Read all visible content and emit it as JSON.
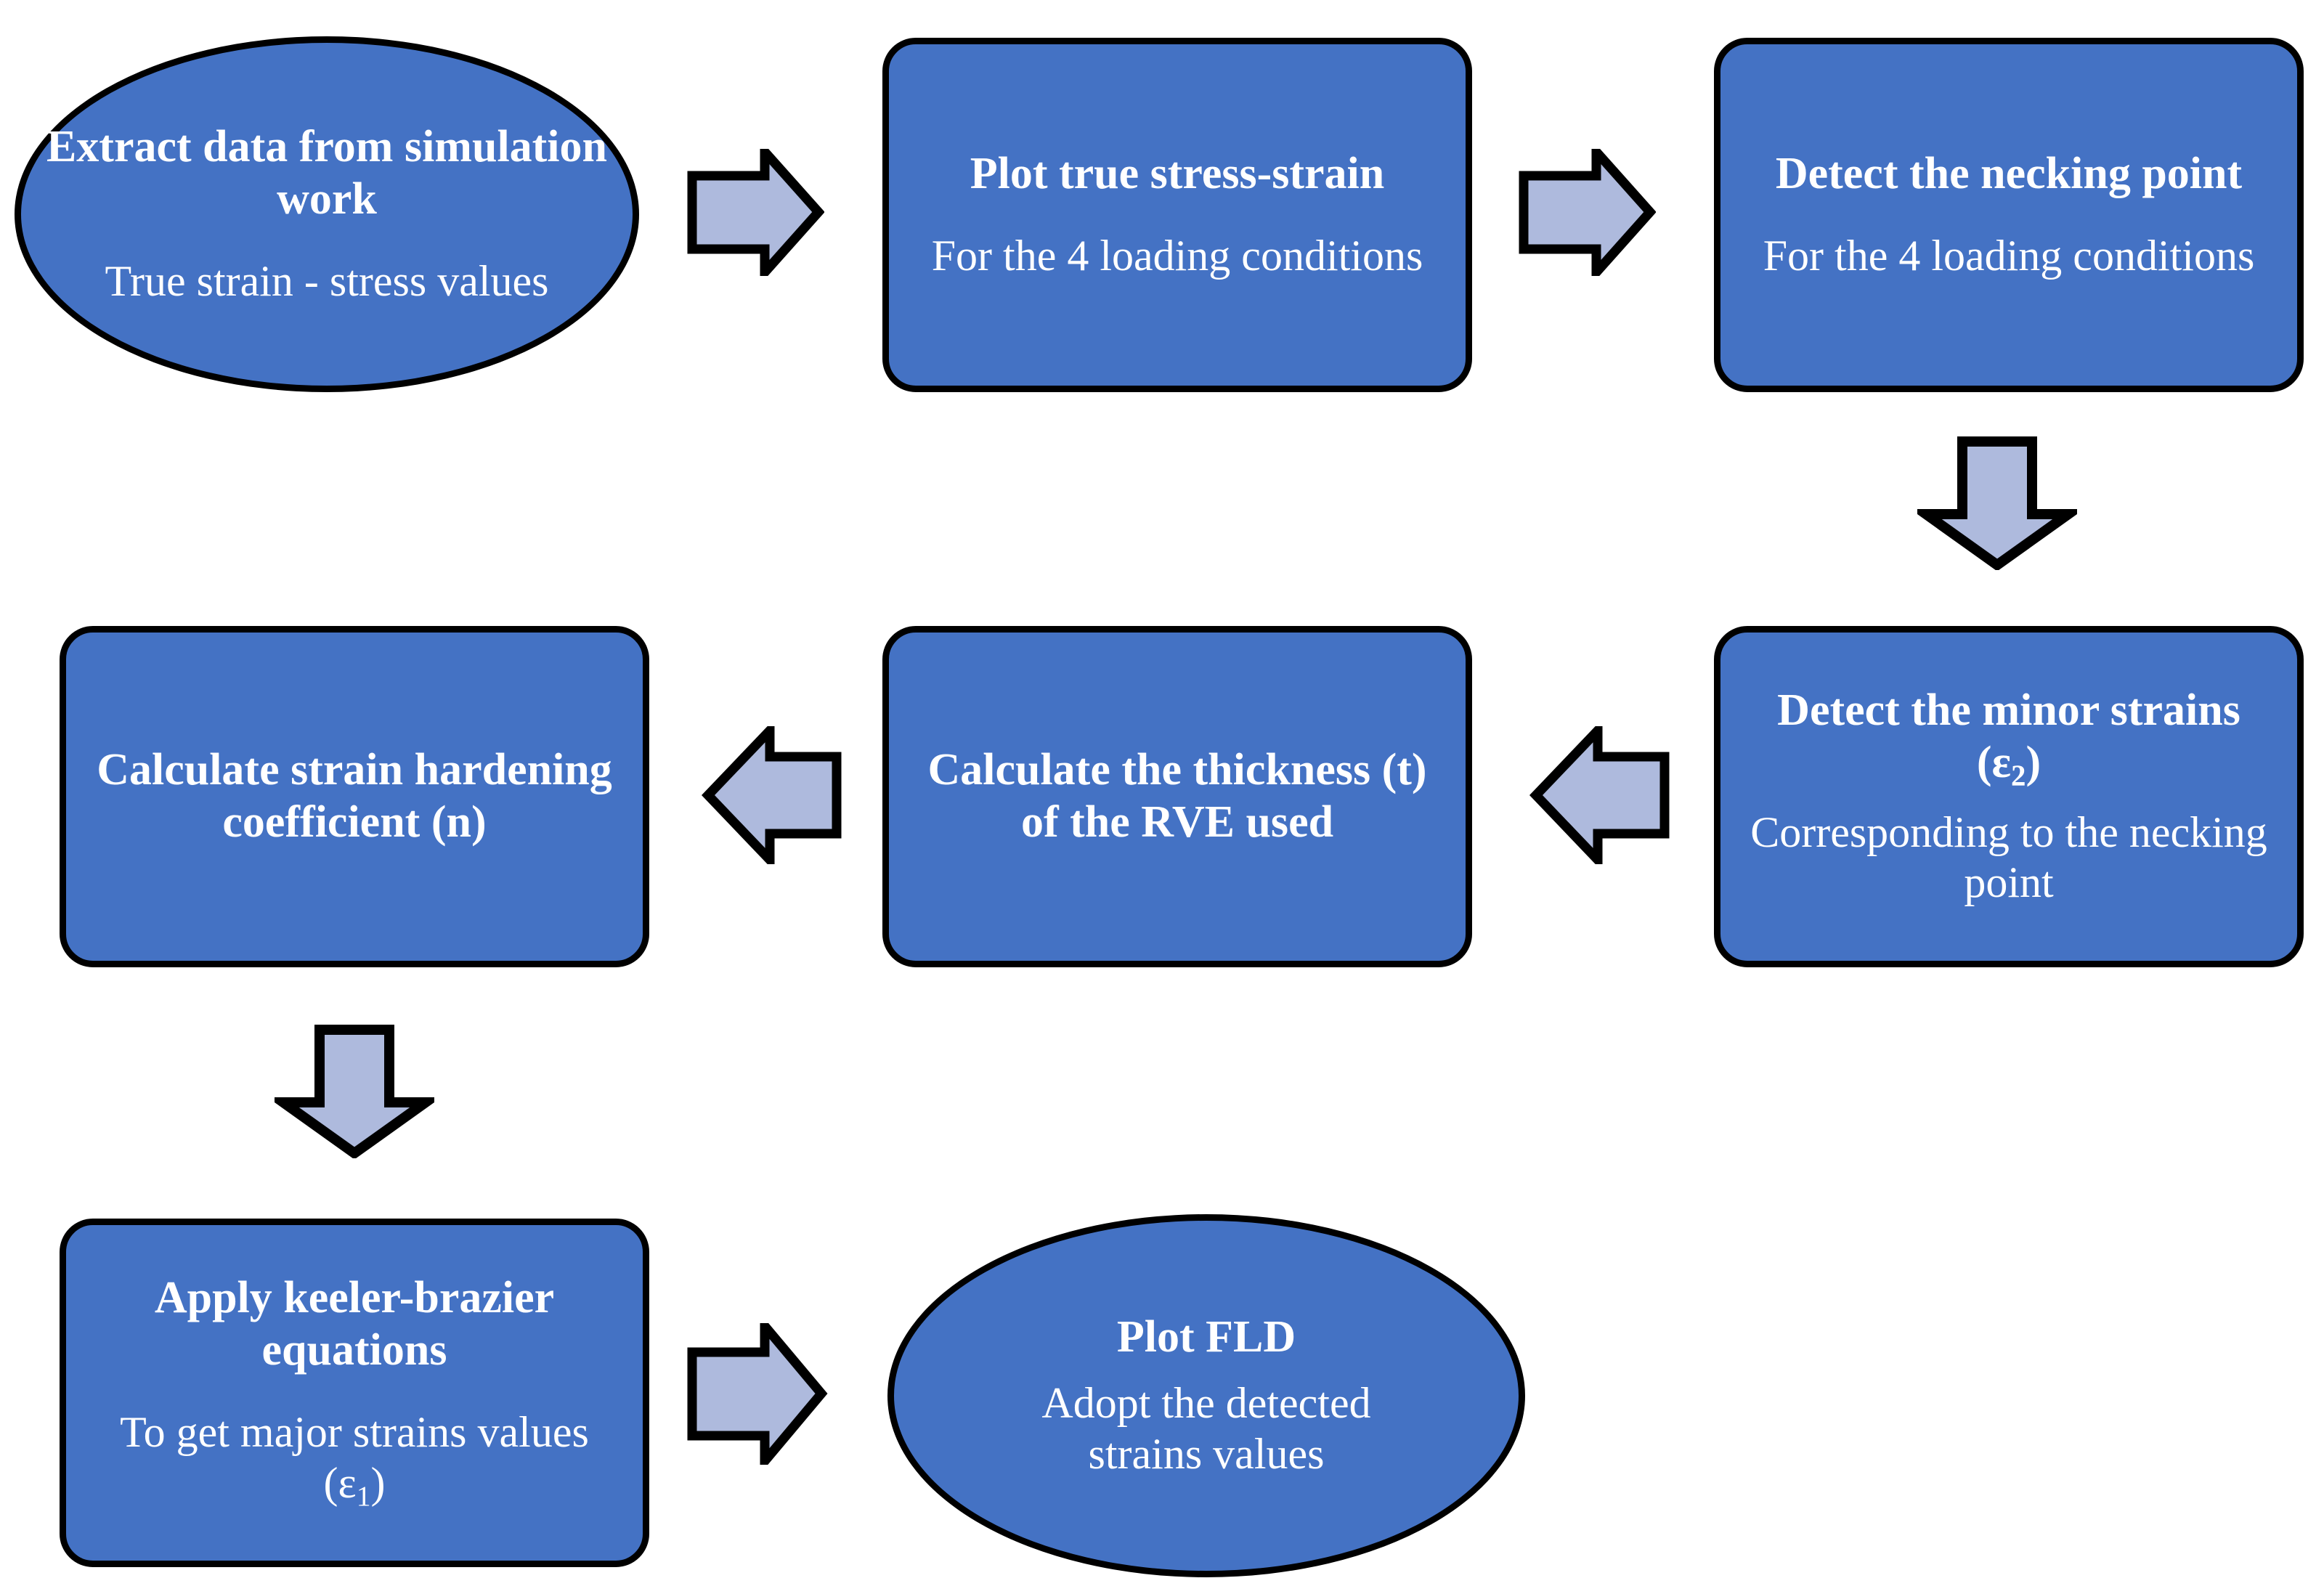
{
  "diagram": {
    "title": "FLD determination workflow flowchart",
    "colors": {
      "node_fill": "#4472C4",
      "node_border": "#000000",
      "node_text": "#FFFFFF",
      "arrow_fill": "#AEBADD",
      "arrow_border": "#000000",
      "background": "#FFFFFF"
    },
    "nodes": [
      {
        "id": "extract-data",
        "shape": "ellipse",
        "head": "Extract data from simulation work",
        "sub": "True strain - stress values"
      },
      {
        "id": "plot-true-stress-strain",
        "shape": "rounded-rectangle",
        "head": "Plot true stress-strain",
        "sub": "For the 4 loading conditions"
      },
      {
        "id": "detect-necking-point",
        "shape": "rounded-rectangle",
        "head": "Detect the necking point",
        "sub": "For the 4 loading conditions"
      },
      {
        "id": "detect-minor-strains",
        "shape": "rounded-rectangle",
        "head_pre": "Detect the minor strains (ε",
        "head_sub": "2",
        "head_post": ")",
        "head_plain": "Detect the minor strains (ε2)",
        "sub": "Corresponding to the necking point"
      },
      {
        "id": "calculate-thickness",
        "shape": "rounded-rectangle",
        "head": "Calculate the thickness (t) of the RVE used",
        "sub": ""
      },
      {
        "id": "calculate-strain-hardening",
        "shape": "rounded-rectangle",
        "head": "Calculate strain hardening coefficient (n)",
        "sub": ""
      },
      {
        "id": "apply-keeler-brazier",
        "shape": "rounded-rectangle",
        "head": "Apply keeler-brazier equations",
        "sub_pre": "To get major strains values (ε",
        "sub_sub": "1",
        "sub_post": ")",
        "sub_plain": "To get major strains values (ε1)"
      },
      {
        "id": "plot-fld",
        "shape": "ellipse",
        "head": "Plot FLD",
        "sub": "Adopt the detected strains values"
      }
    ],
    "connectors": [
      {
        "id": "arrow-extract-to-plot",
        "direction": "right"
      },
      {
        "id": "arrow-plot-to-necking",
        "direction": "right"
      },
      {
        "id": "arrow-necking-to-minor",
        "direction": "down"
      },
      {
        "id": "arrow-minor-to-thickness",
        "direction": "left"
      },
      {
        "id": "arrow-thickness-to-hardening",
        "direction": "left"
      },
      {
        "id": "arrow-hardening-to-keeler",
        "direction": "down"
      },
      {
        "id": "arrow-keeler-to-fld",
        "direction": "right"
      }
    ]
  }
}
